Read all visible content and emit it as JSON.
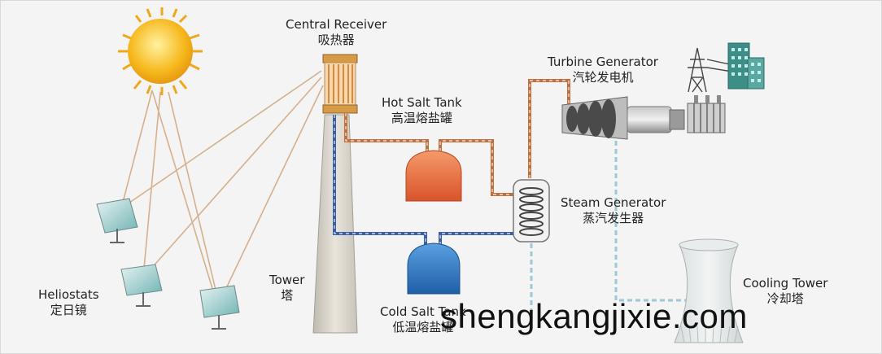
{
  "labels": {
    "central_receiver": {
      "en": "Central Receiver",
      "zh": "吸热器"
    },
    "hot_salt_tank": {
      "en": "Hot Salt Tank",
      "zh": "高温熔盐罐"
    },
    "turbine_generator": {
      "en": "Turbine Generator",
      "zh": "汽轮发电机"
    },
    "steam_generator": {
      "en": "Steam Generator",
      "zh": "蒸汽发生器"
    },
    "heliostats": {
      "en": "Heliostats",
      "zh": "定日镜"
    },
    "tower": {
      "en": "Tower",
      "zh": "塔"
    },
    "cold_salt_tank": {
      "en": "Cold Salt Tank",
      "zh": "低温熔盐罐"
    },
    "cooling_tower": {
      "en": "Cooling Tower",
      "zh": "冷却塔"
    }
  },
  "watermark": "shengkangjixie.com",
  "colors": {
    "hot_line": "#c0703e",
    "cold_line": "#3a5fa8",
    "water_line": "#9cc8d8",
    "sun_ray": "#d4b08a",
    "hot_tank": "#e86a3c",
    "cold_tank": "#2f78c4",
    "sun": "#f6b81c"
  },
  "icons": [
    "sun-icon",
    "heliostat-icon",
    "tower-icon",
    "receiver-icon",
    "hot-tank-icon",
    "cold-tank-icon",
    "steam-generator-icon",
    "turbine-icon",
    "generator-icon",
    "transformer-icon",
    "pylon-icon",
    "building-icon",
    "cooling-tower-icon"
  ]
}
